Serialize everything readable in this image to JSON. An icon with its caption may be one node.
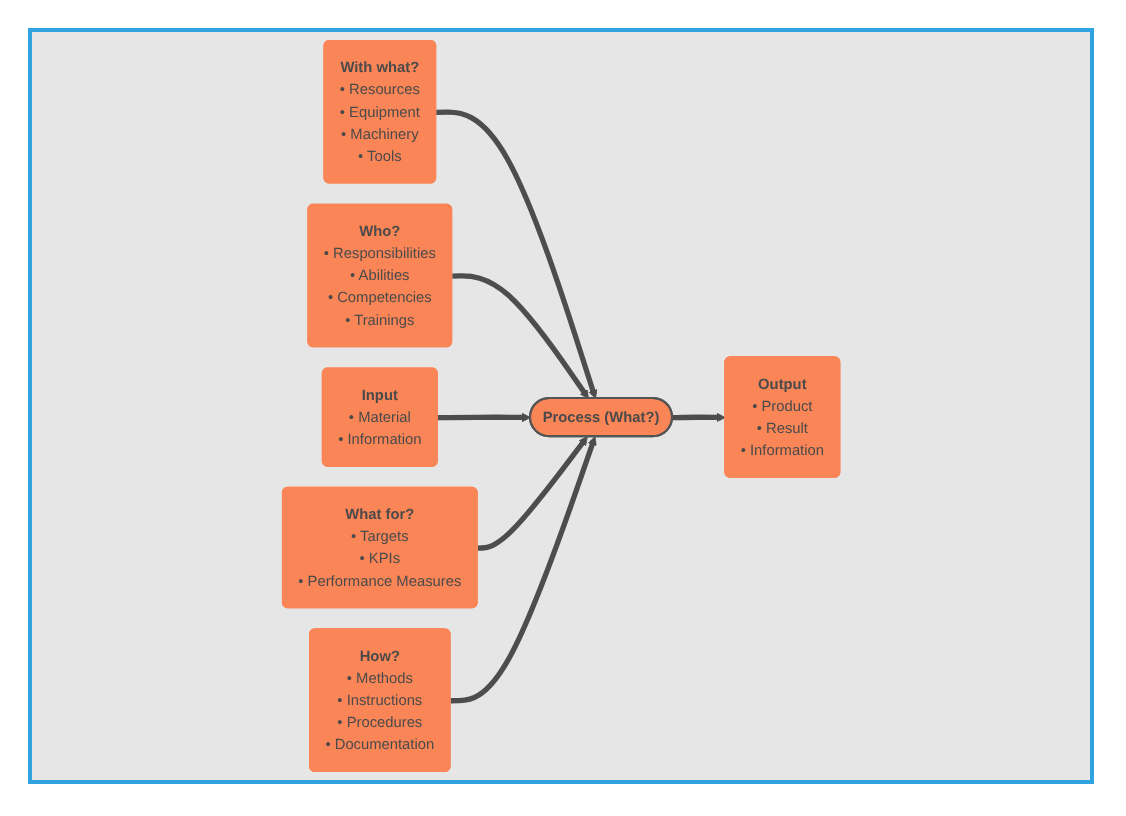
{
  "diagram": {
    "nodes": [
      {
        "text": [
          "With what?",
          "• Resources",
          "• Equipment",
          "• Machinery",
          "• Tools"
        ]
      },
      {
        "text": [
          "Who?",
          "• Responsibilities",
          "• Abilities",
          "• Competencies",
          "• Trainings"
        ]
      },
      {
        "text": [
          "Input",
          "• Material",
          "• Information"
        ]
      },
      {
        "text": [
          "Process (What?)"
        ]
      },
      {
        "text": [
          "Output",
          "• Product",
          "• Result",
          "• Information"
        ]
      },
      {
        "text": [
          "What for?",
          "• Targets",
          "• KPIs",
          "• Performance Measures"
        ]
      },
      {
        "text": [
          "How?",
          "• Methods",
          "• Instructions",
          "• Procedures",
          "• Documentation"
        ]
      }
    ],
    "edges": [
      {
        "from": 0,
        "to": 3,
        "arrow": "to"
      },
      {
        "from": 1,
        "to": 3,
        "arrow": "to"
      },
      {
        "from": 2,
        "to": 3,
        "arrow": "to"
      },
      {
        "from": 3,
        "to": 4,
        "arrow": "to"
      },
      {
        "from": 5,
        "to": 3,
        "arrow": "to"
      },
      {
        "from": 6,
        "to": 3,
        "arrow": "to"
      }
    ]
  }
}
